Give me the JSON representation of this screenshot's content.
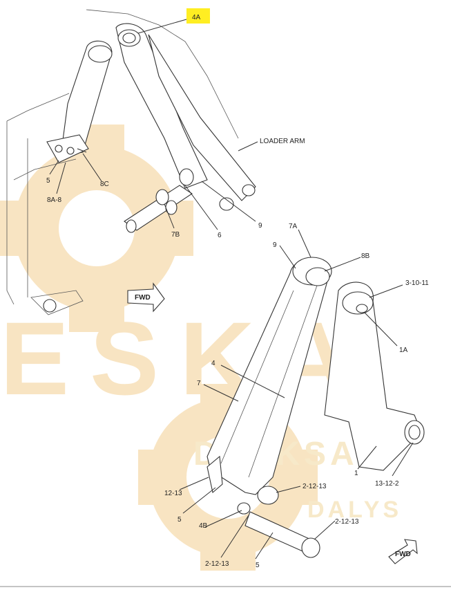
{
  "callouts": {
    "c_4a_top": "4A",
    "loader_arm": "LOADER ARM",
    "c_5_top": "5",
    "c_8a_8": "8A-8",
    "c_8c": "8C",
    "c_7b": "7B",
    "c_6": "6",
    "c_9_top": "9",
    "c_7a": "7A",
    "c_9_mid": "9",
    "c_8b": "8B",
    "c_3_10_11": "3-10-11",
    "c_1a": "1A",
    "c_4_mid": "4",
    "c_7_mid": "7",
    "c_1": "1",
    "c_13_12_2": "13-12-2",
    "c_12_13": "12-13",
    "c_2_12_13_a": "2-12-13",
    "c_5_mid": "5",
    "c_2_12_13_b": "2-12-13",
    "c_4b": "4B",
    "c_2_12_13_c": "2-12-13",
    "c_5_bot": "5"
  },
  "fwd_top": "FWD",
  "fwd_bottom": "FWD",
  "watermark": {
    "main": "ESKA",
    "sub1": "DASKSA",
    "sub2": "DALYS"
  },
  "colors": {
    "highlight": "#ffee22",
    "watermark": "#f6dcae",
    "watermark_text": "#f5e2b8"
  }
}
